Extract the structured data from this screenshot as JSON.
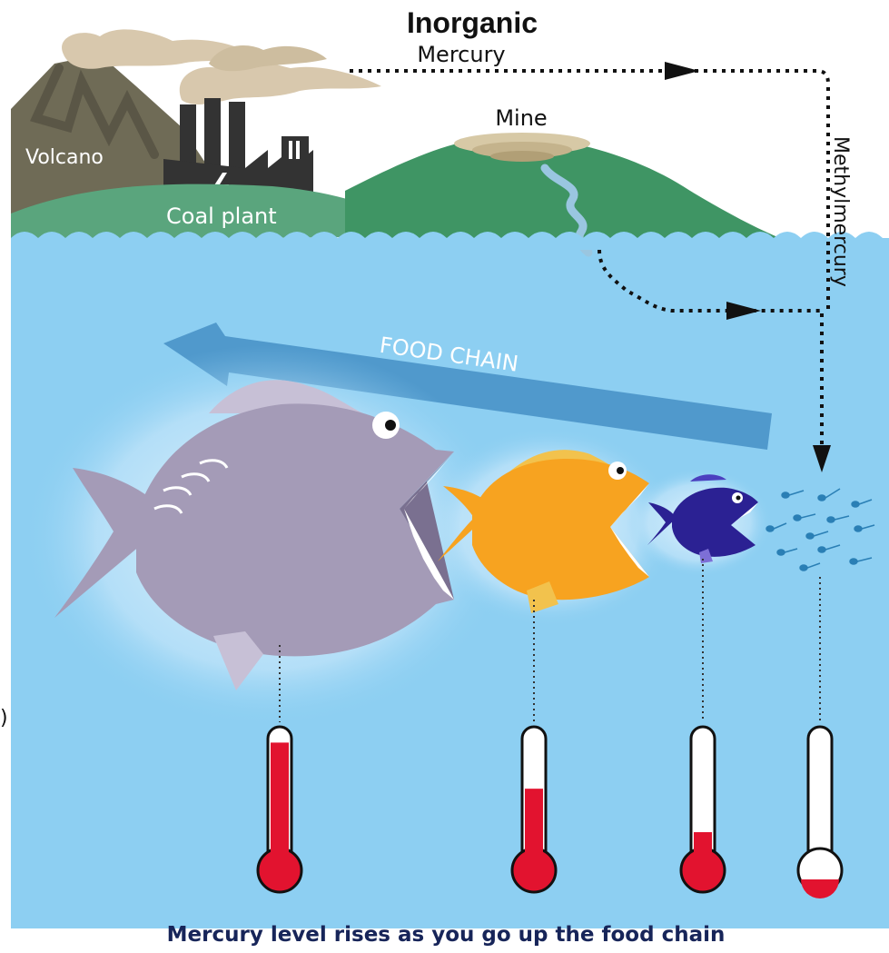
{
  "labels": {
    "inorganic": "Inorganic",
    "mercury": "Mercury",
    "mine": "Mine",
    "volcano": "Volcano",
    "coal_plant": "Coal plant",
    "methylmercury": "Methylmercury",
    "food_chain": "FOOD CHAIN",
    "caption": "Mercury level rises as you go up the food chain",
    "edge_glyph": ")"
  },
  "colors": {
    "sky": "#ffffff",
    "water": "#8dcff2",
    "water_deep": "#7ec6ee",
    "volcano": "#6f6b56",
    "coal_plant": "#333333",
    "smoke": "#d8c8ad",
    "hills": "#5aa57d",
    "mine_hill": "#3f9564",
    "food_chain_arrow": "#4b95c9",
    "large_fish": "#a49bb7",
    "medium_fish": "#f7a320",
    "small_fish": "#2b2193",
    "plankton": "#2a7fb5",
    "mercury_red": "#e2132f",
    "caption_text": "#172559"
  },
  "thermometers": [
    {
      "organism": "large fish",
      "level": 0.88
    },
    {
      "organism": "medium fish",
      "level": 0.53
    },
    {
      "organism": "small fish",
      "level": 0.2
    },
    {
      "organism": "plankton",
      "level": 0.05
    }
  ]
}
